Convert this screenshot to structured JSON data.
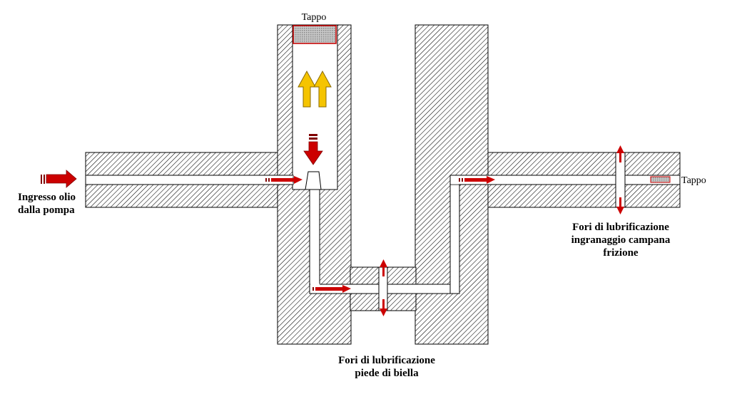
{
  "labels": {
    "tappo_top": "Tappo",
    "tappo_right": "Tappo",
    "ingresso": [
      "Ingresso olio",
      "dalla pompa"
    ],
    "fori_biella": [
      "Fori di lubrificazione",
      "piede di biella"
    ],
    "fori_campana": [
      "Fori di lubrificazione",
      "ingranaggio campana",
      "frizione"
    ]
  },
  "colors": {
    "flow_arrow": "#cc0000",
    "rise_arrow": "#f5c400",
    "rise_arrow_stroke": "#8a6a00",
    "hatch": "#000000",
    "plug_fill": "#b7b7b7",
    "plug_border": "#cc0000"
  }
}
